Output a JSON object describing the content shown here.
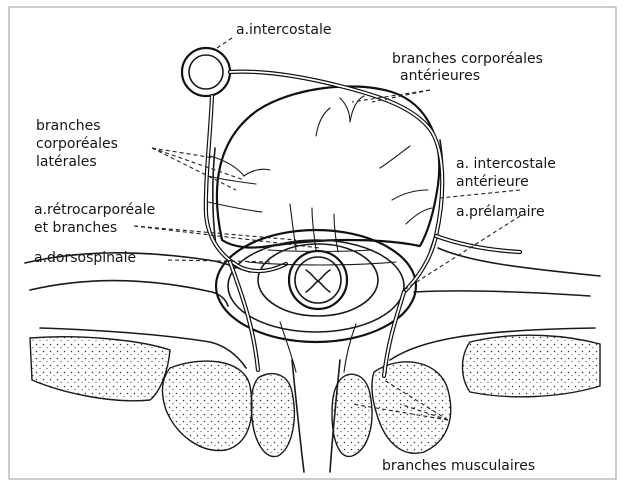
{
  "labels": {
    "intercostale": "a.intercostale",
    "corp_ant_1": "branches corporéales",
    "corp_ant_2": "antérieures",
    "corp_lat_1": "branches",
    "corp_lat_2": "corporéales",
    "corp_lat_3": "latérales",
    "ic_ant_1": "a. intercostale",
    "ic_ant_2": "antérieure",
    "retro_1": "a.rétrocarporéale",
    "retro_2": "et branches",
    "prelam": "a.prélamaire",
    "dorso": "a.dorsospinale",
    "musc": "branches musculaires"
  }
}
